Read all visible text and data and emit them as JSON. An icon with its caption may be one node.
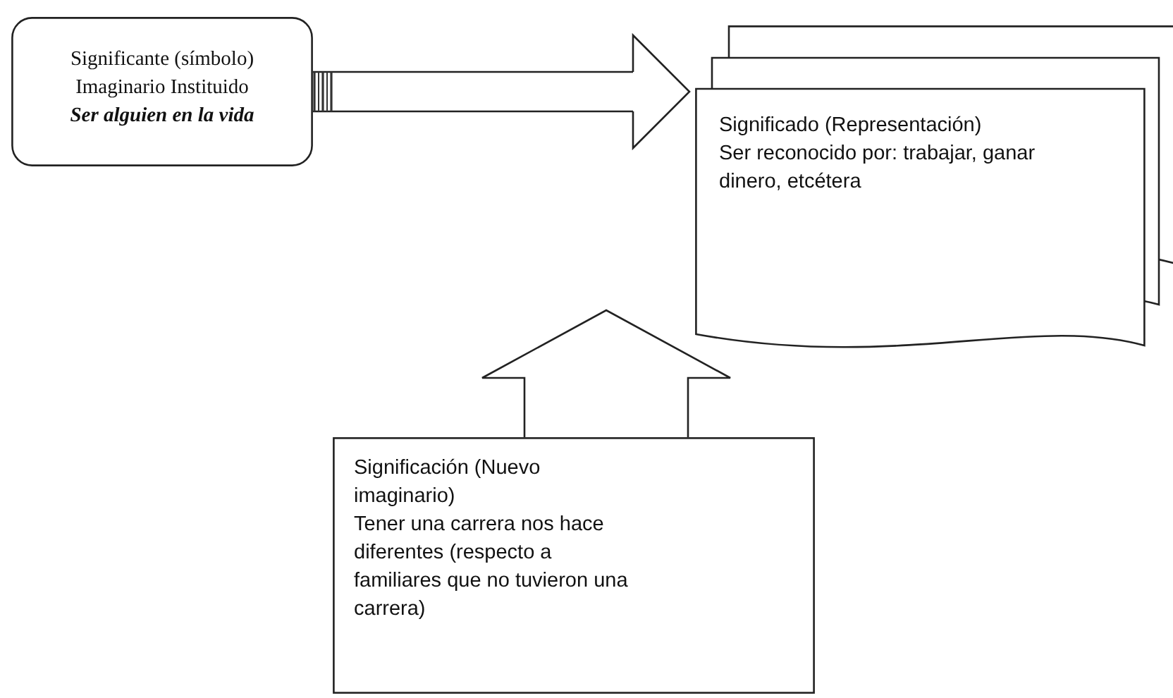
{
  "diagram": {
    "nodes": [
      {
        "text": [
          "Significante (símbolo)",
          "Imaginario Instituido",
          "Ser alguien en la vida"
        ]
      },
      {
        "text": [
          "Significado (Representación)",
          "Ser reconocido por: trabajar, ganar dinero, etcétera"
        ]
      },
      {
        "text": [
          "Significación (Nuevo imaginario)",
          "Tener una carrera nos hace diferentes (respecto a familiares que no tuvieron una carrera)"
        ]
      }
    ],
    "edges": [
      {
        "from": 0,
        "to": 1,
        "arrow": "to"
      },
      {
        "from": 2,
        "to": 1,
        "arrow": "to"
      }
    ]
  }
}
